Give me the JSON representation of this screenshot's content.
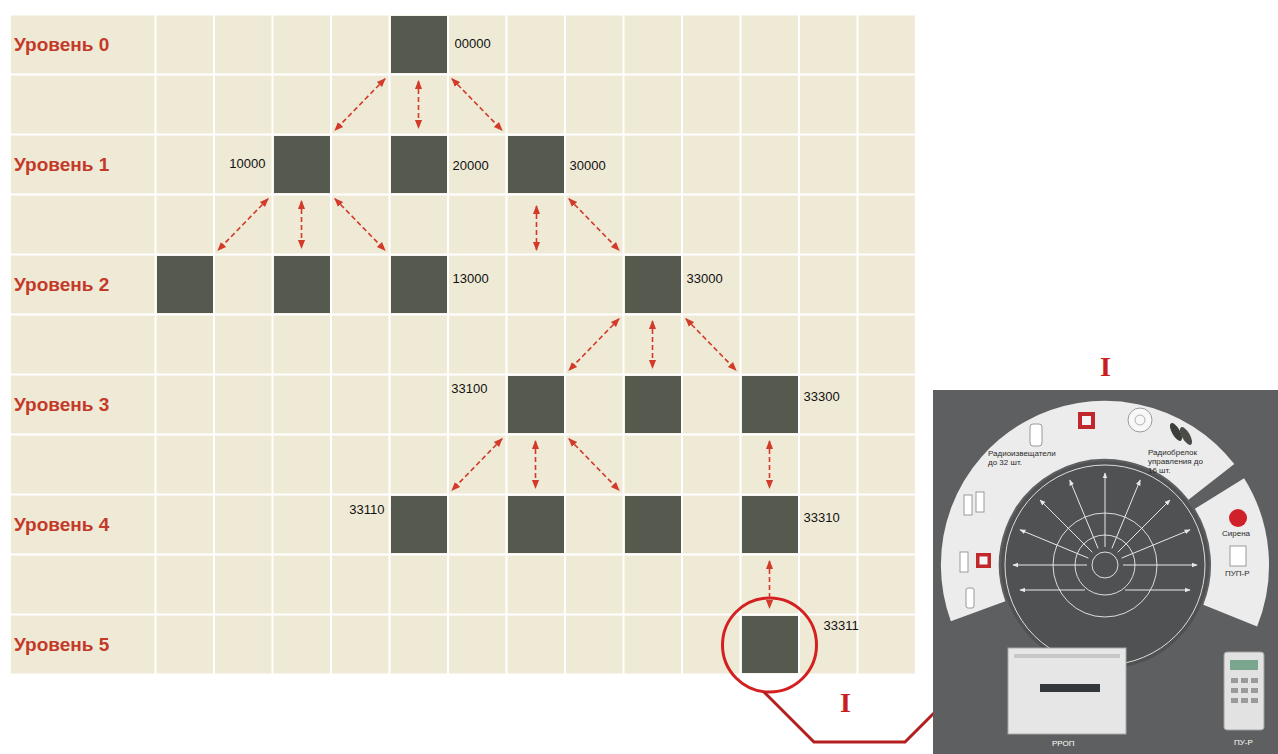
{
  "diagram": {
    "nodes": [
      {
        "text": [
          "00000"
        ]
      },
      {
        "text": [
          "10000"
        ]
      },
      {
        "text": [
          "20000"
        ]
      },
      {
        "text": [
          "30000"
        ]
      },
      {
        "text": []
      },
      {
        "text": []
      },
      {
        "text": [
          "13000"
        ]
      },
      {
        "text": [
          "33000"
        ]
      },
      {
        "text": [
          "33100"
        ]
      },
      {
        "text": []
      },
      {
        "text": [
          "33300"
        ]
      },
      {
        "text": [
          "33110"
        ]
      },
      {
        "text": []
      },
      {
        "text": []
      },
      {
        "text": [
          "33310"
        ]
      },
      {
        "text": [
          "33311"
        ]
      }
    ],
    "edges": [
      {
        "from": 0,
        "to": 1,
        "arrow": "both"
      },
      {
        "from": 0,
        "to": 2,
        "arrow": "both"
      },
      {
        "from": 0,
        "to": 3,
        "arrow": "both"
      },
      {
        "from": 1,
        "to": 4,
        "arrow": "both"
      },
      {
        "from": 1,
        "to": 5,
        "arrow": "both"
      },
      {
        "from": 1,
        "to": 6,
        "arrow": "both"
      },
      {
        "from": 3,
        "to": 7,
        "arrow": "both"
      },
      {
        "from": 7,
        "to": 8,
        "arrow": "both"
      },
      {
        "from": 7,
        "to": 9,
        "arrow": "both"
      },
      {
        "from": 7,
        "to": 10,
        "arrow": "both"
      },
      {
        "from": 8,
        "to": 11,
        "arrow": "both"
      },
      {
        "from": 8,
        "to": 12,
        "arrow": "both"
      },
      {
        "from": 8,
        "to": 13,
        "arrow": "both"
      },
      {
        "from": 10,
        "to": 14,
        "arrow": "both"
      },
      {
        "from": 14,
        "to": 15,
        "arrow": "both"
      }
    ],
    "labels": [
      "Уровень 0",
      "Уровень 1",
      "Уровень 2",
      "Уровень 3",
      "Уровень 4",
      "Уровень 5",
      "I",
      "I",
      "Радиоизвещатели до 32 шт.",
      "Радиобрелок управления до 16 шт.",
      "Сирена",
      "ПУП-Р",
      "РРОП",
      "ПУ-Р"
    ]
  }
}
